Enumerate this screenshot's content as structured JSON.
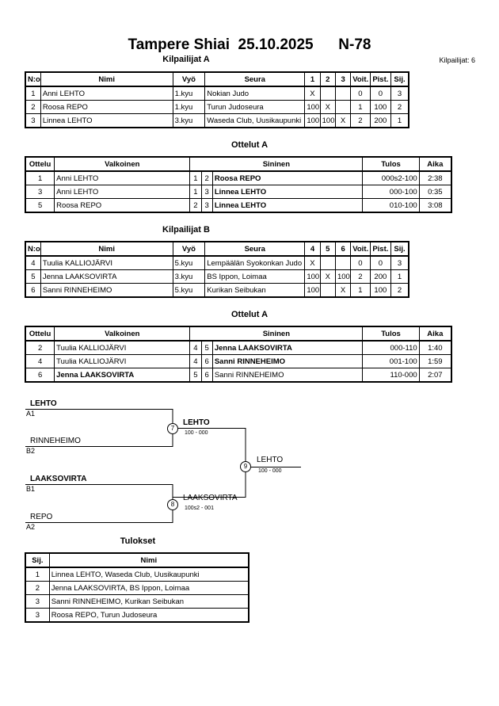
{
  "title": "Tampere Shiai  25.10.2025      N-78",
  "competitor_count": "Kilpailijat: 6",
  "pool_a": {
    "title": "Kilpailijat A",
    "headers": [
      "N:o",
      "Nimi",
      "Vyö",
      "Seura",
      "1",
      "2",
      "3",
      "Voit.",
      "Pist.",
      "Sij."
    ],
    "rows": [
      {
        "no": "1",
        "name": "Anni LEHTO",
        "belt": "1.kyu",
        "club": "Nokian Judo",
        "m1": "X",
        "m2": "",
        "m3": "",
        "wins": "0",
        "points": "0",
        "place": "3"
      },
      {
        "no": "2",
        "name": "Roosa REPO",
        "belt": "1.kyu",
        "club": "Turun Judoseura",
        "m1": "100",
        "m2": "X",
        "m3": "",
        "wins": "1",
        "points": "100",
        "place": "2"
      },
      {
        "no": "3",
        "name": "Linnea LEHTO",
        "belt": "3.kyu",
        "club": "Waseda Club, Uusikaupunki",
        "m1": "100",
        "m2": "100",
        "m3": "X",
        "wins": "2",
        "points": "200",
        "place": "1"
      }
    ]
  },
  "matches_a": {
    "title": "Ottelut A",
    "headers": [
      "Ottelu",
      "Valkoinen",
      "Sininen",
      "Tulos",
      "Aika"
    ],
    "rows": [
      {
        "match": "1",
        "white": "Anni LEHTO",
        "wn": "1",
        "bn": "2",
        "blue": "Roosa REPO",
        "score": "000s2-100",
        "time": "2:38",
        "winner": "blue"
      },
      {
        "match": "3",
        "white": "Anni LEHTO",
        "wn": "1",
        "bn": "3",
        "blue": "Linnea LEHTO",
        "score": "000-100",
        "time": "0:35",
        "winner": "blue"
      },
      {
        "match": "5",
        "white": "Roosa REPO",
        "wn": "2",
        "bn": "3",
        "blue": "Linnea LEHTO",
        "score": "010-100",
        "time": "3:08",
        "winner": "blue"
      }
    ]
  },
  "pool_b": {
    "title": "Kilpailijat B",
    "headers": [
      "N:o",
      "Nimi",
      "Vyö",
      "Seura",
      "4",
      "5",
      "6",
      "Voit.",
      "Pist.",
      "Sij."
    ],
    "rows": [
      {
        "no": "4",
        "name": "Tuulia KALLIOJÄRVI",
        "belt": "5.kyu",
        "club": "Lempäälän Syokonkan Judo",
        "m1": "X",
        "m2": "",
        "m3": "",
        "wins": "0",
        "points": "0",
        "place": "3"
      },
      {
        "no": "5",
        "name": "Jenna LAAKSOVIRTA",
        "belt": "3.kyu",
        "club": "BS Ippon, Loimaa",
        "m1": "100",
        "m2": "X",
        "m3": "100",
        "wins": "2",
        "points": "200",
        "place": "1"
      },
      {
        "no": "6",
        "name": "Sanni RINNEHEIMO",
        "belt": "5.kyu",
        "club": "Kurikan Seibukan",
        "m1": "100",
        "m2": "",
        "m3": "X",
        "wins": "1",
        "points": "100",
        "place": "2"
      }
    ]
  },
  "matches_b": {
    "title": "Ottelut A",
    "headers": [
      "Ottelu",
      "Valkoinen",
      "Sininen",
      "Tulos",
      "Aika"
    ],
    "rows": [
      {
        "match": "2",
        "white": "Tuulia KALLIOJÄRVI",
        "wn": "4",
        "bn": "5",
        "blue": "Jenna LAAKSOVIRTA",
        "score": "000-110",
        "time": "1:40",
        "winner": "blue"
      },
      {
        "match": "4",
        "white": "Tuulia KALLIOJÄRVI",
        "wn": "4",
        "bn": "6",
        "blue": "Sanni RINNEHEIMO",
        "score": "001-100",
        "time": "1:59",
        "winner": "blue"
      },
      {
        "match": "6",
        "white": "Jenna LAAKSOVIRTA",
        "wn": "5",
        "bn": "6",
        "blue": "Sanni RINNEHEIMO",
        "score": "110-000",
        "time": "2:07",
        "winner": "white"
      }
    ]
  },
  "bracket": {
    "sf1_top_name": "LEHTO",
    "sf1_top_pool": "A1",
    "sf1_bot_name": "RINNEHEIMO",
    "sf1_bot_pool": "B2",
    "sf1_num": "7",
    "sf1_winner": "LEHTO",
    "sf1_score": "100 - 000",
    "sf2_top_name": "LAAKSOVIRTA",
    "sf2_top_pool": "B1",
    "sf2_bot_name": "REPO",
    "sf2_bot_pool": "A2",
    "sf2_num": "8",
    "sf2_winner": "LAAKSOVIRTA",
    "sf2_score": "100s2 - 001",
    "final_num": "9",
    "final_winner": "LEHTO",
    "final_score": "100 - 000"
  },
  "results": {
    "title": "Tulokset",
    "headers": [
      "Sij.",
      "Nimi"
    ],
    "rows": [
      {
        "place": "1",
        "name": "Linnea LEHTO, Waseda Club, Uusikaupunki"
      },
      {
        "place": "2",
        "name": "Jenna LAAKSOVIRTA, BS Ippon, Loimaa"
      },
      {
        "place": "3",
        "name": "Sanni RINNEHEIMO, Kurikan Seibukan"
      },
      {
        "place": "3",
        "name": "Roosa REPO, Turun Judoseura"
      }
    ]
  }
}
